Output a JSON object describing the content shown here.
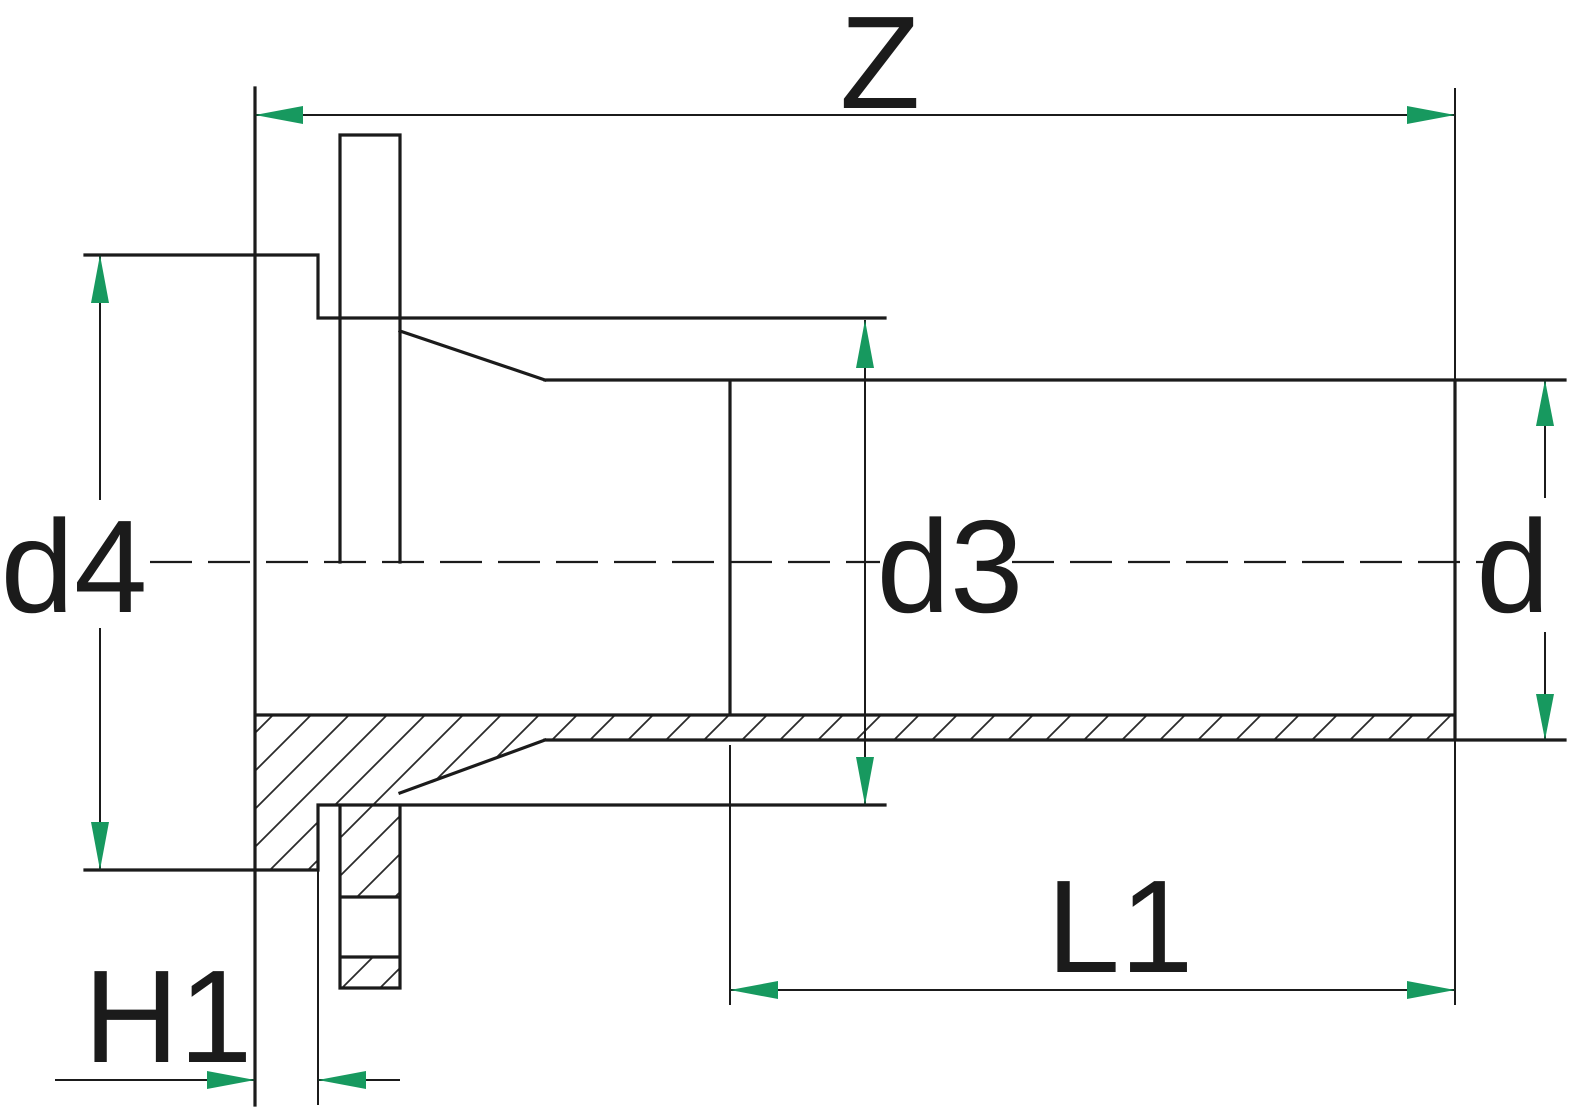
{
  "diagram": {
    "labels": {
      "z": "Z",
      "d4": "d4",
      "d3": "d3",
      "d": "d",
      "l1": "L1",
      "h1": "H1"
    },
    "colors": {
      "line": "#1b1b1b",
      "arrow": "#17995f",
      "hatch": "#2b2b2b",
      "background": "#ffffff"
    }
  }
}
